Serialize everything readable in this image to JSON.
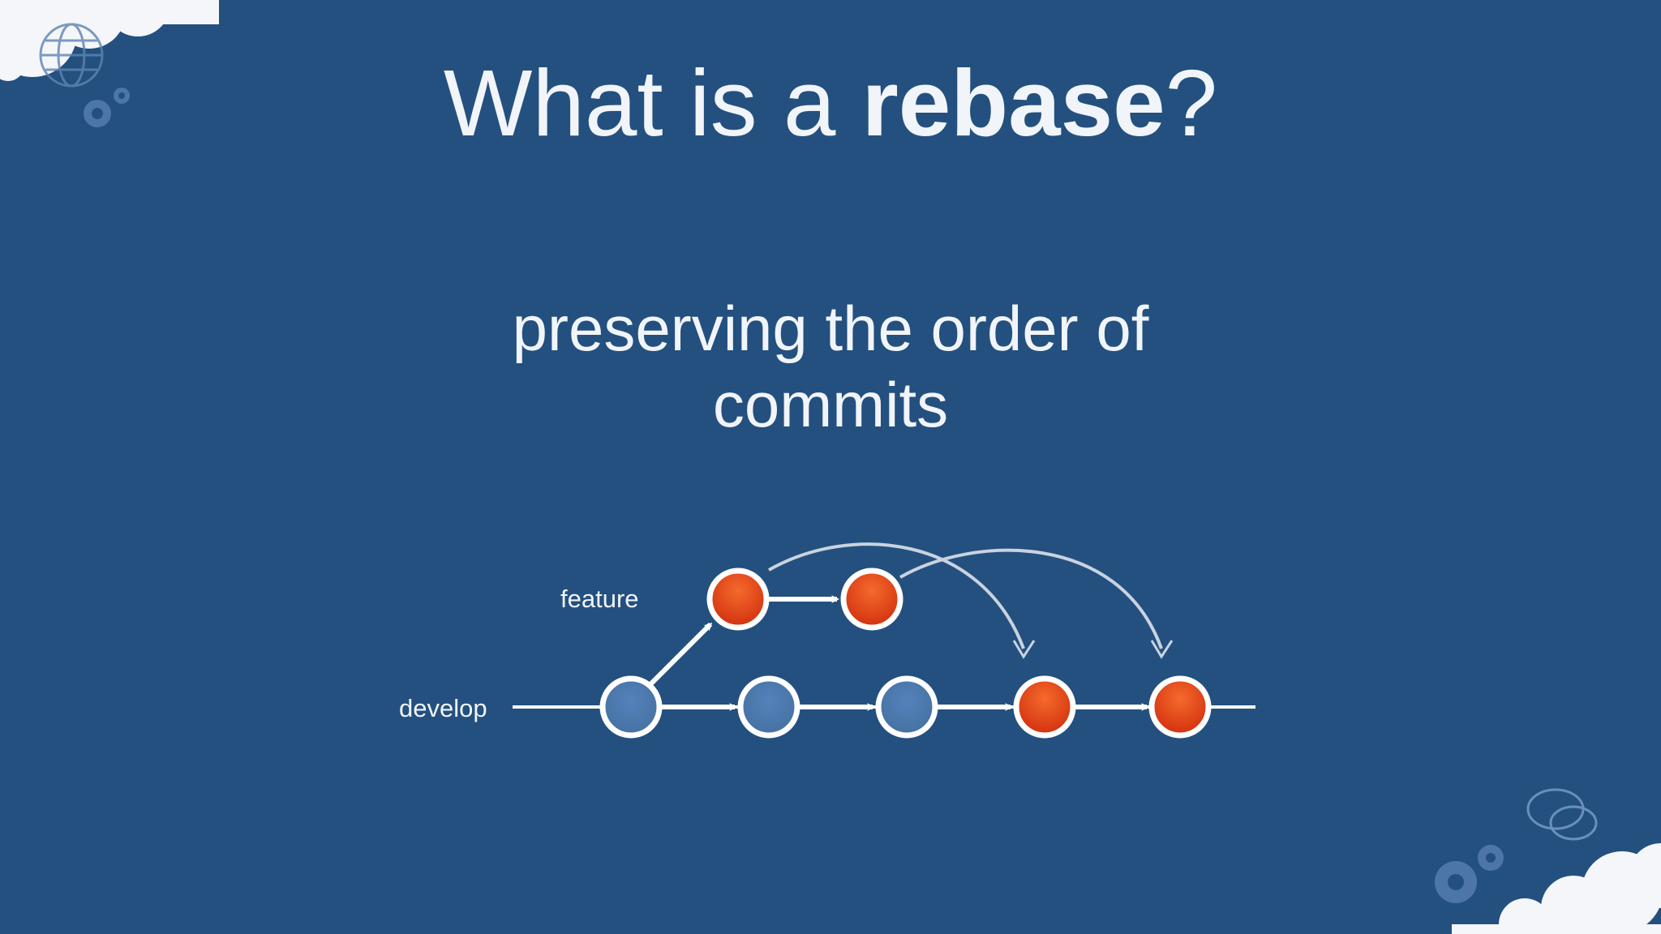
{
  "slide": {
    "title_pre": "What is a ",
    "title_bold": "rebase",
    "title_post": "?",
    "subtitle_line1": "preserving the order of",
    "subtitle_line2": "commits"
  },
  "diagram": {
    "branch_feature": "feature",
    "branch_develop": "develop",
    "colors": {
      "background": "#23507f",
      "develop_commit": "#4a78b0",
      "feature_commit": "#e5411a",
      "line": "#ffffff"
    },
    "develop_commits": 3,
    "feature_commits": 2,
    "rebased_commits": 2
  },
  "decorations": {
    "icons": [
      "cloud-icon",
      "globe-icon",
      "gear-icon",
      "chat-bubble-icon"
    ]
  }
}
